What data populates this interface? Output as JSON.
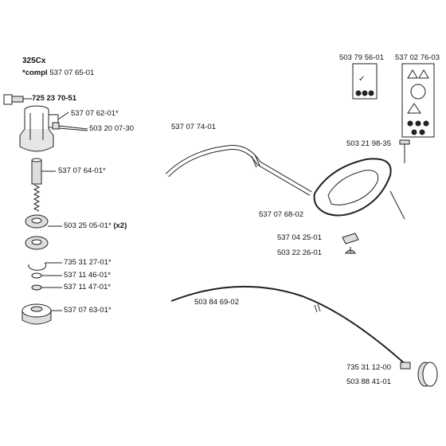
{
  "header": {
    "model": "325Cx",
    "compl_prefix": "*compl",
    "compl_number": "537 07 65-01"
  },
  "parts_left": [
    {
      "id": "p1",
      "number": "725 23 70-51",
      "qty": ""
    },
    {
      "id": "p2",
      "number": "537 07 62-01*",
      "qty": ""
    },
    {
      "id": "p3",
      "number": "503 20 07-30",
      "qty": ""
    },
    {
      "id": "p4",
      "number": "537 07 64-01*",
      "qty": ""
    },
    {
      "id": "p5",
      "number": "503 25 05-01*",
      "qty": "(x2)"
    },
    {
      "id": "p6",
      "number": "735 31 27-01*",
      "qty": ""
    },
    {
      "id": "p7",
      "number": "537 11 46-01*",
      "qty": ""
    },
    {
      "id": "p8",
      "number": "537 11 47-01*",
      "qty": ""
    },
    {
      "id": "p9",
      "number": "537 07 63-01*",
      "qty": ""
    }
  ],
  "parts_right": [
    {
      "id": "r1",
      "number": "503 79 56-01"
    },
    {
      "id": "r2",
      "number": "537 02 76-03"
    },
    {
      "id": "r3",
      "number": "537 07 74-01"
    },
    {
      "id": "r4",
      "number": "503 21 98-35"
    },
    {
      "id": "r5",
      "number": "537 07 68-02"
    },
    {
      "id": "r6",
      "number": "537 04 25-01"
    },
    {
      "id": "r7",
      "number": "503 22 26-01"
    },
    {
      "id": "r8",
      "number": "503 84 69-02"
    },
    {
      "id": "r9",
      "number": "735 31 12-00"
    },
    {
      "id": "r10",
      "number": "503 88 41-01"
    }
  ],
  "colors": {
    "line": "#222222",
    "paper": "#ffffff",
    "shade": "#9a9a9a"
  }
}
